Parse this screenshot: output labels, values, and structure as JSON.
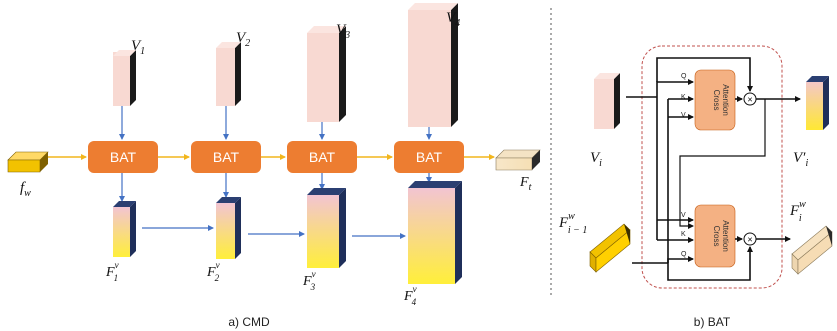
{
  "captions": {
    "cmd": "a) CMD",
    "bat": "b) BAT"
  },
  "cmd": {
    "bat_label": "BAT",
    "input_label": {
      "base": "f",
      "sub": "w"
    },
    "output_label": {
      "base": "F",
      "sub": "t"
    },
    "visual_inputs": [
      {
        "base": "V",
        "sub": "1"
      },
      {
        "base": "V",
        "sub": "2"
      },
      {
        "base": "V",
        "sub": "3"
      },
      {
        "base": "V",
        "sub": "4"
      }
    ],
    "fused_features": [
      {
        "base": "F",
        "sub": "1",
        "sup": "v"
      },
      {
        "base": "F",
        "sub": "2",
        "sup": "v"
      },
      {
        "base": "F",
        "sub": "3",
        "sup": "v"
      },
      {
        "base": "F",
        "sub": "4",
        "sup": "v"
      }
    ]
  },
  "bat": {
    "cross_attention_line1": "Cross",
    "cross_attention_line2": "Attention",
    "multiply_symbol": "×",
    "ports_top": [
      "Q",
      "K",
      "V"
    ],
    "ports_bottom": [
      "V",
      "K",
      "Q"
    ],
    "vi_label": {
      "base": "V",
      "sub": "i"
    },
    "vi_out_label": {
      "base": "V",
      "prime": "′",
      "sub": "i"
    },
    "fw_in_label": {
      "base": "F",
      "sup": "w",
      "sub": "i − 1"
    },
    "fw_out_label": {
      "base": "F",
      "sup": "w",
      "sub": "i"
    }
  },
  "colors": {
    "bat_fill": "#ed7d31",
    "arrow_yellow": "#f2b61d",
    "arrow_blue": "#4472c4",
    "pink": "#f8d9d2",
    "dashed_border": "#c0504d",
    "ca_fill": "#f4b183"
  }
}
